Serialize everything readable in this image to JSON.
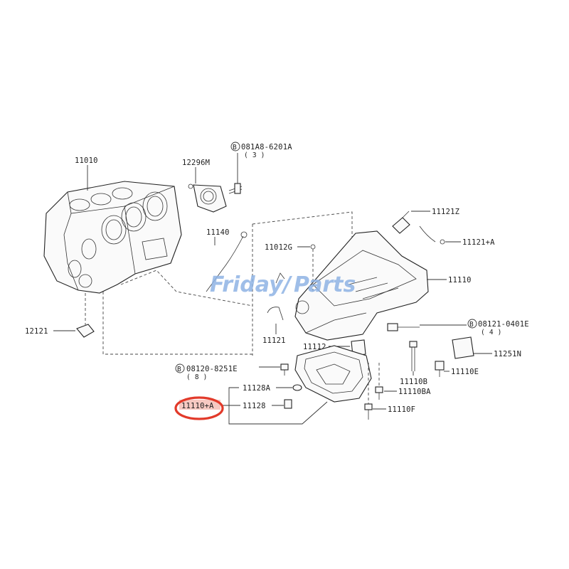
{
  "watermark": {
    "brand_left": "Friday",
    "brand_right": "Parts",
    "color": "#8fb3e4"
  },
  "highlight": {
    "color": "#e23a2a",
    "fill": "#f6c9c2"
  },
  "callouts": {
    "c11010": "11010",
    "c12296m": "12296M",
    "b081a8": "081A8-6201A",
    "b081a8_qty": "( 3 )",
    "c11140": "11140",
    "c12121": "12121",
    "c11121z": "11121Z",
    "c11121a": "11121+A",
    "c11012g": "11012G",
    "c11110": "11110",
    "c11121": "11121",
    "b08121": "08121-0401E",
    "b08121_qty": "( 4 )",
    "c11112": "11112",
    "c11251n": "11251N",
    "b08120": "08120-8251E",
    "b08120_qty": "( 8 )",
    "c11110b": "11110B",
    "c11110e": "11110E",
    "c11128a": "11128A",
    "c11110ba": "11110BA",
    "c11110pa": "11110+A",
    "c11128": "11128",
    "c11110f": "11110F"
  },
  "bolt_marker": "B"
}
